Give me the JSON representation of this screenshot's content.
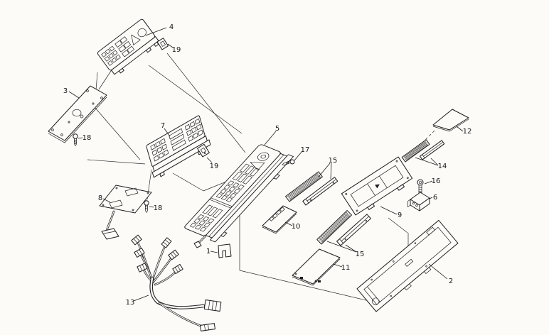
{
  "figure": {
    "type": "exploded-parts-diagram",
    "title": "Control console exploded view",
    "background_color": "#fcfbf8",
    "line_color": "#1c1c1c"
  },
  "callouts": {
    "c1": {
      "label": "1",
      "part": "u-clip"
    },
    "c2": {
      "label": "2",
      "part": "lower-tray"
    },
    "c3": {
      "label": "3",
      "part": "mounting-plate"
    },
    "c4": {
      "label": "4",
      "part": "top-cover-keypad"
    },
    "c5": {
      "label": "5",
      "part": "console-body"
    },
    "c6": {
      "label": "6",
      "part": "angle-bracket"
    },
    "c7": {
      "label": "7",
      "part": "keypad-module"
    },
    "c8": {
      "label": "8",
      "part": "support-bracket"
    },
    "c9": {
      "label": "9",
      "part": "chassis-frame"
    },
    "c10": {
      "label": "10",
      "part": "small-slotted-plate"
    },
    "c11": {
      "label": "11",
      "part": "bottom-plate"
    },
    "c12": {
      "label": "12",
      "part": "cover-plate"
    },
    "c13": {
      "label": "13",
      "part": "wiring-harness"
    },
    "c14": {
      "label": "14",
      "part": "guide-bars"
    },
    "c15a": {
      "label": "15",
      "part": "side-rails-upper"
    },
    "c15b": {
      "label": "15",
      "part": "side-rails-lower"
    },
    "c16": {
      "label": "16",
      "part": "bolt"
    },
    "c17": {
      "label": "17",
      "part": "screw-right"
    },
    "c18a": {
      "label": "18",
      "part": "screw-upper-left"
    },
    "c18b": {
      "label": "18",
      "part": "screw-lower-left"
    },
    "c19a": {
      "label": "19",
      "part": "clip-plate-upper"
    },
    "c19b": {
      "label": "19",
      "part": "clip-plate-middle"
    }
  }
}
